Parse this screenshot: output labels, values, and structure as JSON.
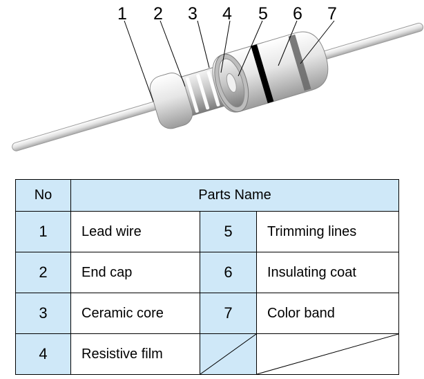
{
  "callouts": [
    "1",
    "2",
    "3",
    "4",
    "5",
    "6",
    "7"
  ],
  "table": {
    "header": {
      "no": "No",
      "parts_name": "Parts Name"
    },
    "rows": [
      {
        "left_no": "1",
        "left_name": "Lead wire",
        "right_no": "5",
        "right_name": "Trimming lines"
      },
      {
        "left_no": "2",
        "left_name": "End cap",
        "right_no": "6",
        "right_name": "Insulating coat"
      },
      {
        "left_no": "3",
        "left_name": "Ceramic core",
        "right_no": "7",
        "right_name": "Color band"
      },
      {
        "left_no": "4",
        "left_name": "Resistive film",
        "right_no": "",
        "right_name": ""
      }
    ]
  },
  "colors": {
    "table_header_fill": "#cfe8f8",
    "band": "#000000",
    "coat": "#d9d9d9"
  }
}
